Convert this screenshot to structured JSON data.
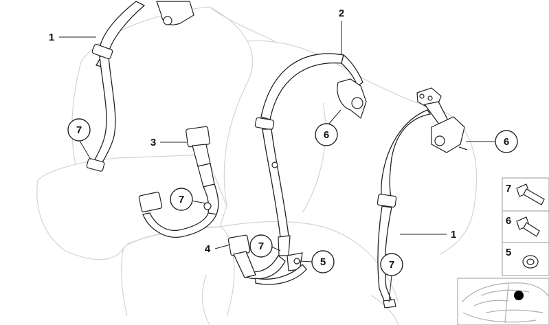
{
  "callouts": [
    {
      "id": "c1a",
      "text": "1"
    },
    {
      "id": "c7a",
      "text": "7"
    },
    {
      "id": "c3",
      "text": "3"
    },
    {
      "id": "c7b",
      "text": "7"
    },
    {
      "id": "c2",
      "text": "2"
    },
    {
      "id": "c6a",
      "text": "6"
    },
    {
      "id": "c4",
      "text": "4"
    },
    {
      "id": "c7c",
      "text": "7"
    },
    {
      "id": "c5a",
      "text": "5"
    },
    {
      "id": "c6b",
      "text": "6"
    },
    {
      "id": "c1b",
      "text": "1"
    },
    {
      "id": "c7d",
      "text": "7"
    }
  ],
  "hardware_legend": [
    {
      "text": "7",
      "icon": "long-bolt-icon"
    },
    {
      "text": "6",
      "icon": "short-bolt-icon"
    },
    {
      "text": "5",
      "icon": "washer-icon"
    }
  ],
  "locator": {
    "icon": "car-silhouette-icon",
    "marker_color": "#000000"
  },
  "colors": {
    "ink": "#222222",
    "seat_outline": "#d4d4d4"
  }
}
